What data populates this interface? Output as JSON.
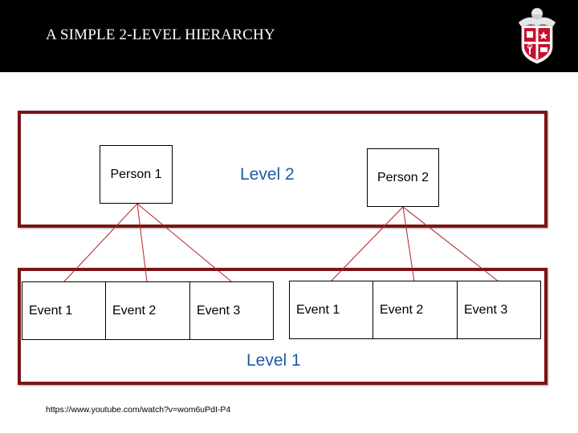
{
  "header": {
    "title": "A SIMPLE 2-LEVEL HIERARCHY",
    "logo_icon": "university-crest-icon"
  },
  "levels": {
    "level2_label": "Level 2",
    "level1_label": "Level 1"
  },
  "persons": [
    {
      "label": "Person 1"
    },
    {
      "label": "Person 2"
    }
  ],
  "events": {
    "group1": [
      "Event 1",
      "Event 2",
      "Event 3"
    ],
    "group2": [
      "Event 1",
      "Event 2",
      "Event 3"
    ]
  },
  "footer": {
    "url": "https://www.youtube.com/watch?v=wom6uPdI-P4"
  },
  "colors": {
    "header_bg": "#000000",
    "frame": "#7b1414",
    "connector": "#b22222",
    "level_text": "#1f5aa6",
    "crest_red": "#c8102e"
  }
}
